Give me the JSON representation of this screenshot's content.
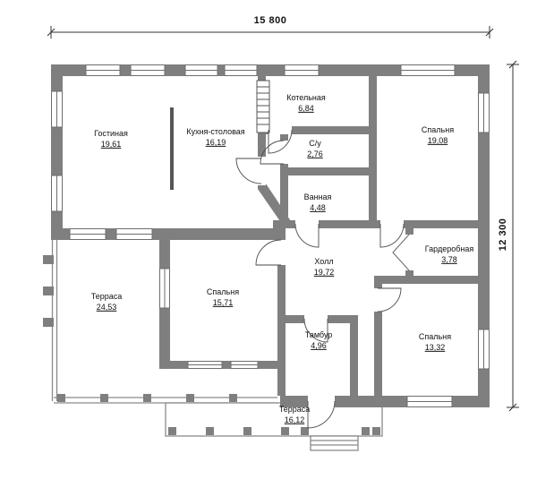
{
  "dimensions": {
    "width_label": "15 800",
    "height_label": "12 300"
  },
  "rooms": [
    {
      "name": "Гостиная",
      "area": "19,61"
    },
    {
      "name": "Кухня-столовая",
      "area": "16,19"
    },
    {
      "name": "Котельная",
      "area": "6,84"
    },
    {
      "name": "Спальня",
      "area": "19,08"
    },
    {
      "name": "С/у",
      "area": "2,76"
    },
    {
      "name": "Ванная",
      "area": "4,48"
    },
    {
      "name": "Холл",
      "area": "19,72"
    },
    {
      "name": "Гардеробная",
      "area": "3,78"
    },
    {
      "name": "Терраса",
      "area": "24,53"
    },
    {
      "name": "Спальня",
      "area": "15,71"
    },
    {
      "name": "Тамбур",
      "area": "4,96"
    },
    {
      "name": "Спальня",
      "area": "13,32"
    },
    {
      "name": "Терраса",
      "area": "16,12"
    }
  ],
  "colors": {
    "wall": "#7f7f7f",
    "dimension_line": "#333333",
    "text": "#111111",
    "background": "#ffffff"
  }
}
